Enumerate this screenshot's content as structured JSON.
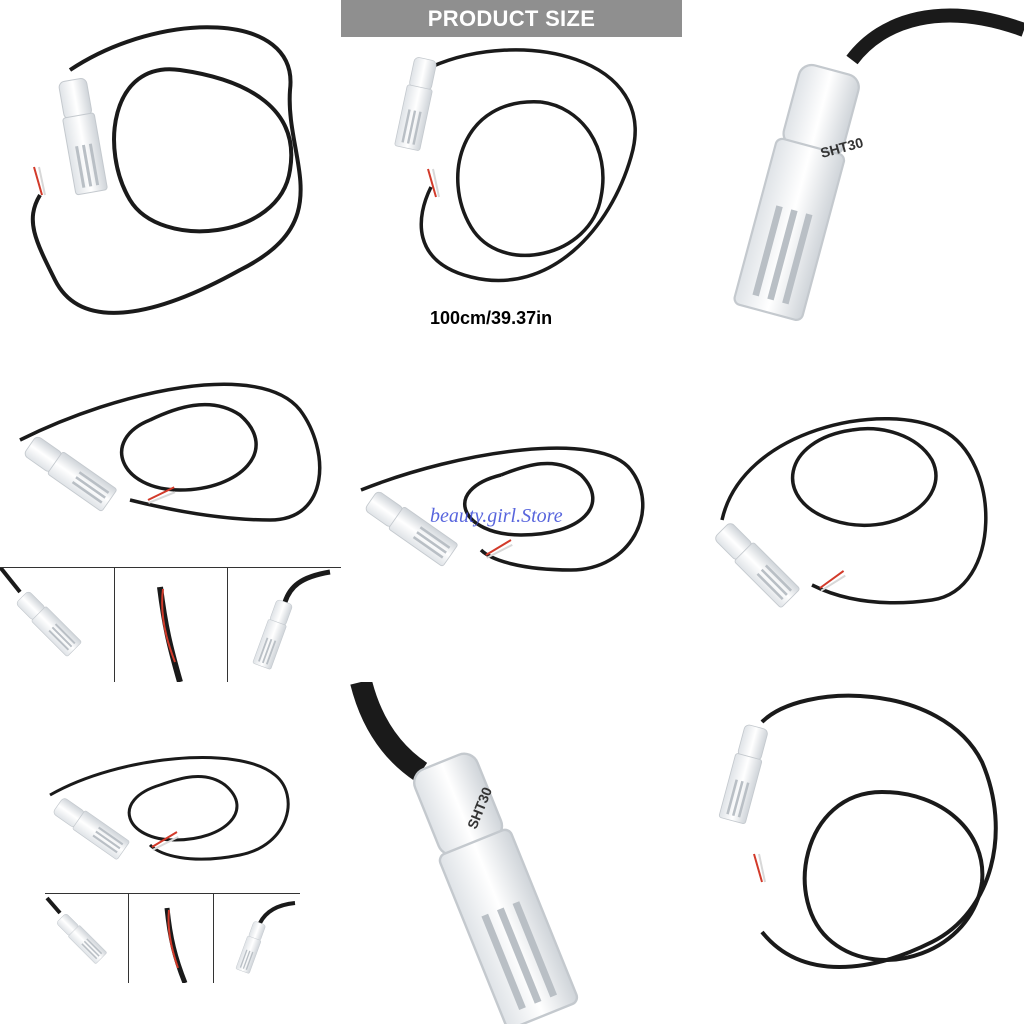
{
  "header": {
    "title": "PRODUCT SIZE"
  },
  "product": {
    "model_label": "SHT30",
    "cable_length": "100cm/39.37in"
  },
  "watermark": {
    "text": "beauty.girl.Store"
  },
  "colors": {
    "header_bg": "#8f8f8f",
    "cable": "#1a1a1a",
    "probe": "#eef0f2",
    "wire_red": "#d23a2a",
    "wire_white": "#d8d8d8",
    "watermark": "#3b4bd8"
  },
  "icons": [
    "sensor-probe-icon",
    "cable-coil-icon"
  ]
}
